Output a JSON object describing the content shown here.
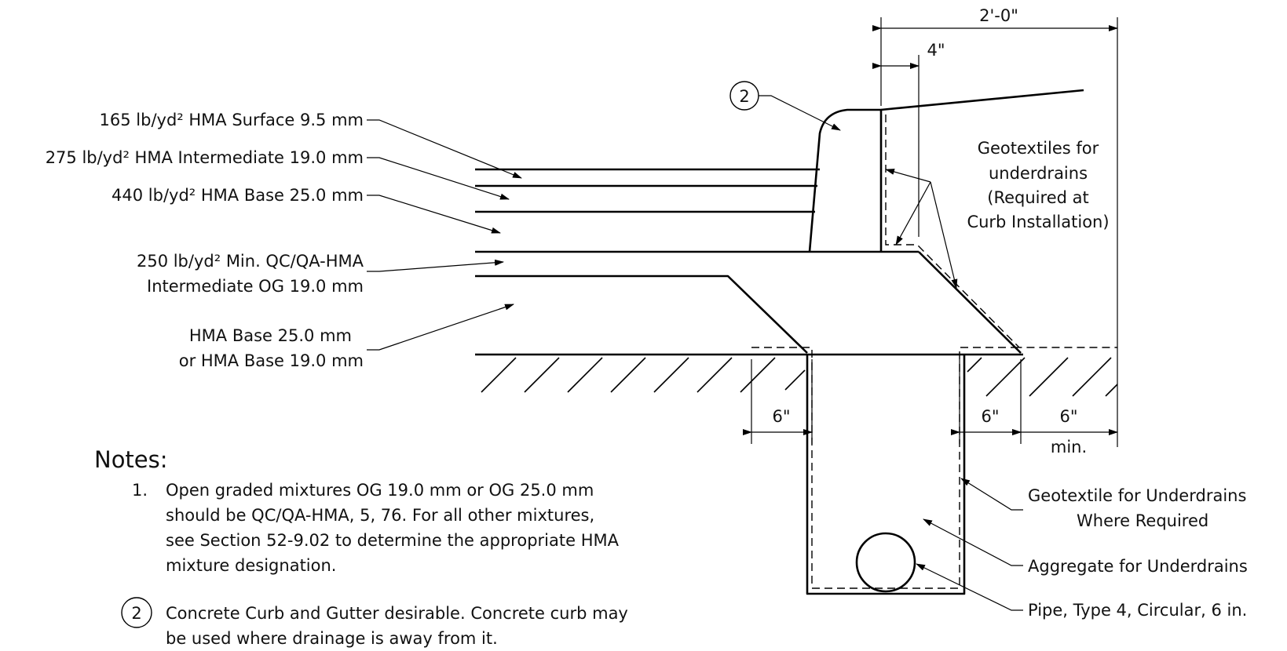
{
  "layer_labels": [
    "165 lb/yd² HMA Surface 9.5 mm",
    "275 lb/yd² HMA Intermediate 19.0 mm",
    "440 lb/yd² HMA Base 25.0 mm",
    "250 lb/yd² Min. QC/QA-HMA",
    "Intermediate OG 19.0 mm",
    "HMA Base 25.0 mm",
    "or HMA Base 19.0 mm"
  ],
  "callouts": {
    "curb_marker": "2",
    "geotextiles_lines": [
      "Geotextiles for",
      "underdrains",
      "(Required at",
      "Curb Installation)"
    ],
    "geotextile_underdrains_lines": [
      "Geotextile for Underdrains",
      "Where Required"
    ],
    "aggregate": "Aggregate for Underdrains",
    "pipe": "Pipe, Type 4, Circular, 6 in."
  },
  "dimensions": {
    "overall_width": "2'-0\"",
    "curb_offset": "4\"",
    "left_offset": "6\"",
    "right_offset": "6\"",
    "outer_offset": "6\"",
    "outer_offset_note": "min."
  },
  "notes": {
    "title": "Notes:",
    "note1_number": "1.",
    "note1_lines": [
      "Open graded mixtures OG 19.0 mm or OG 25.0 mm",
      "should be QC/QA-HMA, 5, 76.  For all other mixtures,",
      "see Section 52-9.02 to determine the appropriate HMA",
      "mixture designation."
    ],
    "note2_marker": "2",
    "note2_lines": [
      "Concrete Curb and Gutter desirable. Concrete curb may",
      "be used where drainage is away from it."
    ]
  }
}
